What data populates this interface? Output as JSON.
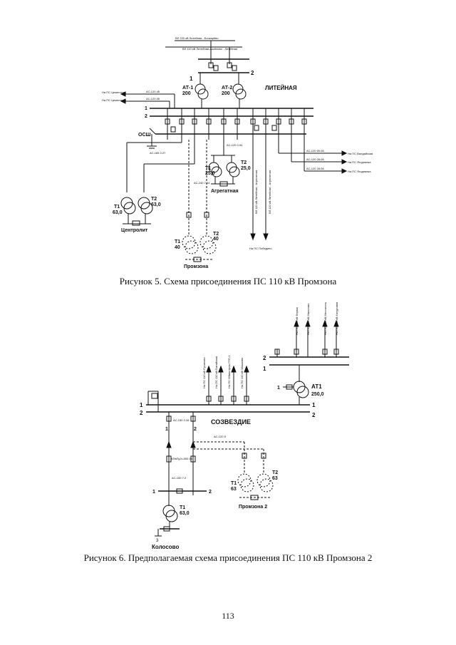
{
  "page_number": "113",
  "figure5": {
    "caption": "Рисунок 5. Схема присоединения ПС 110 кВ Промзона",
    "substation_name": "ЛИТЕЙНАЯ",
    "top_line_1": "ВЛ 220 кВ Литейная - Бочкарёво",
    "top_line_2": "ВЛ 110 кВ Литейная-Аксёново - Литейная",
    "bus_1": "1",
    "bus_2": "2",
    "at1_name": "АТ-1",
    "at1_power": "200",
    "at2_name": "АТ-2",
    "at2_power": "200",
    "osh_label": "ОСШ",
    "left_line_1_label": "На ПС Цементная",
    "left_line_1_wire": "АС-120  45",
    "left_line_2_label": "На ПС Цементная",
    "left_line_2_wire": "АС-120  45",
    "right_line_1_label": "На ПС Валдайская",
    "right_line_1_wire": "АС-120  69.08",
    "right_line_2_label": "На ПС Ягоднянка",
    "right_line_2_wire": "АС-120  28.08",
    "right_line_3_label": "На ПС Ягоднянка",
    "right_line_3_wire": "АС-120  28.08",
    "vertical_line_1_label": "ВЛ 110 кВ Литейная - Агрегатная",
    "vertical_line_2_label": "ВЛ 110 кВ Литейная - Агрегатная",
    "bottom_line_label": "На ПС Победино",
    "wire_centrolit": "АС-185  0.27",
    "wire_agreg": "АС-120  0.04",
    "wire_promzona": "АС-240  7.04",
    "agreg_name": "Агрегатная",
    "agreg_t1": "T1",
    "agreg_t2": "T2",
    "agreg_t1_power": "25,0",
    "agreg_t2_power": "25,0",
    "centrolit_name": "Центролит",
    "centrolit_t1": "T1",
    "centrolit_t2": "T2",
    "centrolit_t1_power": "63,0",
    "centrolit_t2_power": "63,0",
    "promzona_name": "Промзона",
    "promzona_t1": "T1",
    "promzona_t2": "T2",
    "promzona_t1_power": "40",
    "promzona_t2_power": "40"
  },
  "figure6": {
    "caption": "Рисунок 6. Предполагаемая схема присоединения ПС 110 кВ Промзона 2",
    "substation_name": "СОЗВЕЗДИЕ",
    "bus_1": "1",
    "bus_2": "2",
    "bus220_1": "1",
    "bus220_2": "2",
    "at1_name": "АТ1",
    "at1_power": "250,0",
    "at1_bus_label": "1",
    "upper_lines": [
      "На ПС 220 кВ Ферма",
      "На ПС 220 кВ Мигалово",
      "На ПС 220 кВ Мечтатель",
      "На ПС 220 кВ Калуровая"
    ],
    "lower_lines": [
      "На ПС 110 кВ Русаново",
      "На ПС 110 кВ Батайская",
      "На ПС Обмостроя ГПП-1",
      "На ПС 110 кВ Мишково"
    ],
    "wire_main": "АС-150  2.16",
    "wire_branch": "АС-120  5",
    "wire_mid": "АС-150  7.2",
    "wire_cable": "АПвПу2г-800  08",
    "line_num_1": "1",
    "line_num_2": "2",
    "promzona2_name": "Промзона 2",
    "promzona2_t1": "T1",
    "promzona2_t2": "T2",
    "promzona2_t1_power": "63",
    "promzona2_t2_power": "63",
    "kolosovo_name": "Колосово",
    "kolosovo_t1": "T1",
    "kolosovo_t1_power": "63,0",
    "kolosovo_bus_1": "1",
    "kolosovo_bus_2": "2",
    "kolosovo_bus_3": "3"
  }
}
